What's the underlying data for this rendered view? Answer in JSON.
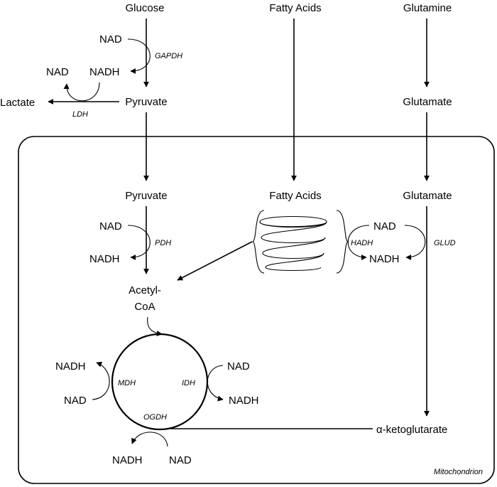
{
  "metabolites": {
    "glucose": "Glucose",
    "fatty_acids_top": "Fatty Acids",
    "glutamine": "Glutamine",
    "pyruvate_cyto": "Pyruvate",
    "lactate": "Lactate",
    "glutamate_cyto": "Glutamate",
    "pyruvate_mito": "Pyruvate",
    "fatty_acids_mito": "Fatty Acids",
    "glutamate_mito": "Glutamate",
    "acetyl_coa_line1": "Acetyl-",
    "acetyl_coa_line2": "CoA",
    "alpha_ketoglutarate": "α-ketoglutarate"
  },
  "cofactors": {
    "gapdh_in": "NAD",
    "gapdh_out": "NADH",
    "ldh_in": "NADH",
    "ldh_out": "NAD",
    "pdh_in": "NAD",
    "pdh_out": "NADH",
    "hadh_in": "NAD",
    "hadh_out": "NADH",
    "mdh_out": "NADH",
    "mdh_in": "NAD",
    "idh_in": "NAD",
    "idh_out": "NADH",
    "ogdh_out": "NADH",
    "ogdh_in": "NAD"
  },
  "enzymes": {
    "gapdh": "GAPDH",
    "ldh": "LDH",
    "pdh": "PDH",
    "hadh": "HADH",
    "glud": "GLUD",
    "mdh": "MDH",
    "idh": "IDH",
    "ogdh": "OGDH"
  },
  "compartment": {
    "label": "Mitochondrion"
  }
}
